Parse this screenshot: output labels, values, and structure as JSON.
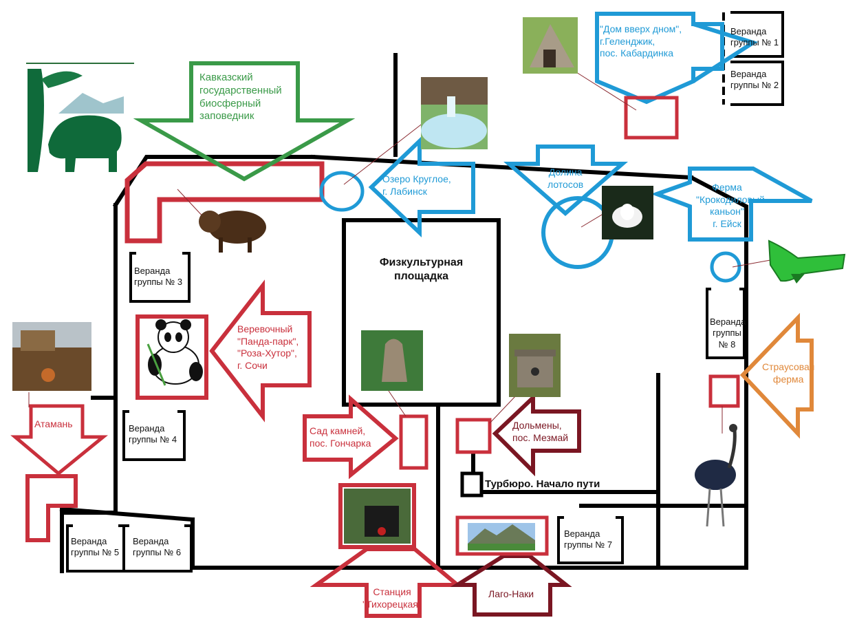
{
  "labels": {
    "sports_ground": "Физкультурная\nплощадка",
    "tour_bureau": "Турбюро. Начало пути",
    "veranda_1": "Веранда\nгруппы № 1",
    "veranda_2": "Веранда\nгруппы № 2",
    "veranda_3": "Веранда\nгруппы № 3",
    "veranda_4": "Веранда\nгруппы № 4",
    "veranda_5": "Веранда\nгруппы № 5",
    "veranda_6": "Веранда\nгруппы № 6",
    "veranda_7": "Веранда\nгруппы № 7",
    "veranda_8": "Веранда\nгруппы\n№ 8",
    "caucasus_reserve": "Кавказский\nгосударственный\nбиосферный\nзаповедник",
    "lake": "Озеро Круглое,\nг. Лабинск",
    "upside_house": "\"Дом вверх дном\",\nг.Геленджик,\nпос. Кабардинка",
    "lotus_valley": "Долина\nлотосов",
    "crocodile_farm": "Ферма\n\"Крокодиловый\nканьон\"\nг. Ейск",
    "panda_park": "Веревочный\n\"Панда-парк\",\n\"Роза-Хутор\",\nг. Сочи",
    "ataman": "Атамань",
    "stone_garden": "Сад камней,\nпос. Гончарка",
    "dolmens": "Дольмены,\nпос. Мезмай",
    "ostrich_farm": "Страусовая\nферма",
    "station": "Станция\n\"Тихорецкая\"",
    "lago_naki": "Лаго-Наки"
  },
  "colors": {
    "walls": "#000000",
    "green": "#3a9a48",
    "blue": "#1f9ad6",
    "red": "#c9303c",
    "dark_red": "#7a1622",
    "orange": "#e0883a"
  },
  "icons": [
    "bison-logo",
    "bison",
    "panda",
    "crocodile",
    "ostrich",
    "lotus-photo",
    "lake-photo",
    "upside-house-photo",
    "village-photo",
    "stone-garden-photo",
    "dolmen-photo",
    "train-photo",
    "mountains-photo"
  ]
}
